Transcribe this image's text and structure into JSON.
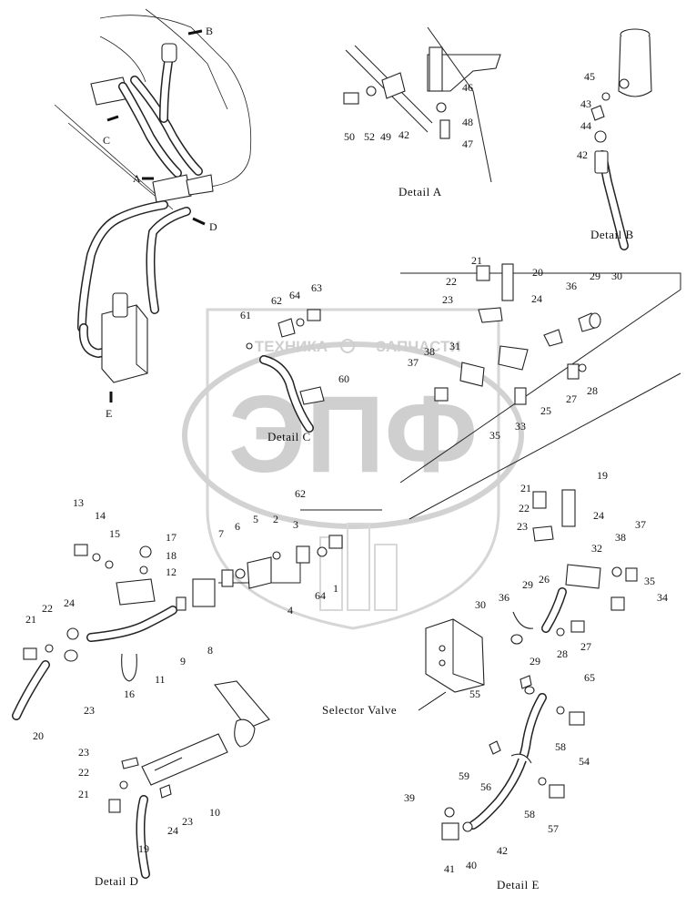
{
  "watermark": {
    "brand_text": "ТЕХНИКА",
    "brand_text2": "ЗАПЧАСТИ",
    "logo_text": "ЭПФ"
  },
  "captions": {
    "detail_a": "Detail A",
    "detail_b": "Detail B",
    "detail_c": "Detail C",
    "detail_d": "Detail D",
    "detail_e": "Detail E",
    "selector_valve": "Selector Valve"
  },
  "view_markers": {
    "a": "A",
    "b": "B",
    "c": "C",
    "d": "D",
    "e": "E"
  },
  "part_numbers": {
    "detail_a": [
      "46",
      "48",
      "47",
      "50",
      "52",
      "49",
      "42"
    ],
    "detail_b": [
      "45",
      "43",
      "44",
      "42"
    ],
    "detail_c": [
      "63",
      "62",
      "64",
      "61",
      "60"
    ],
    "upper_right": [
      "21",
      "20",
      "22",
      "23",
      "24",
      "29",
      "30",
      "36",
      "31",
      "38",
      "37",
      "27",
      "28",
      "33",
      "25",
      "35"
    ],
    "middle": [
      "13",
      "14",
      "15",
      "17",
      "18",
      "12",
      "7",
      "6",
      "5",
      "2",
      "62",
      "3",
      "1",
      "64",
      "4",
      "8",
      "9",
      "11",
      "16",
      "21",
      "22",
      "24",
      "20",
      "23"
    ],
    "right_middle": [
      "21",
      "19",
      "22",
      "24",
      "23",
      "32",
      "37",
      "38",
      "35",
      "34",
      "29",
      "26",
      "36",
      "30",
      "28",
      "27",
      "29"
    ],
    "detail_d": [
      "23",
      "22",
      "21",
      "19",
      "24",
      "23",
      "10"
    ],
    "detail_e": [
      "65",
      "55",
      "58",
      "54",
      "59",
      "56",
      "58",
      "57",
      "39",
      "41",
      "40",
      "42"
    ]
  }
}
